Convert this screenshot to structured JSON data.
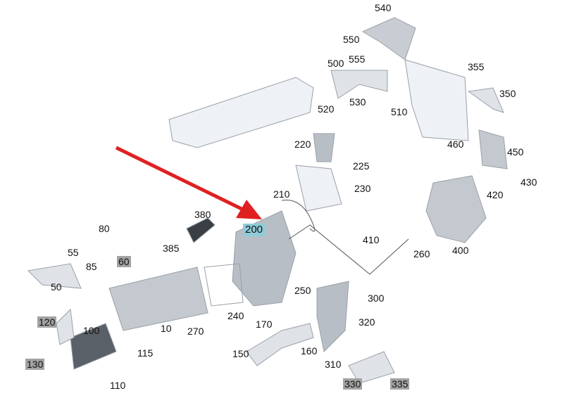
{
  "diagram": {
    "highlight_color": "#8fcbd8",
    "marker_color": "#a3a3a3",
    "arrow_color": "#e02020",
    "highlighted_part": "200",
    "labels": [
      {
        "id": "540",
        "style": "plain"
      },
      {
        "id": "550",
        "style": "plain"
      },
      {
        "id": "555",
        "style": "plain"
      },
      {
        "id": "500",
        "style": "plain"
      },
      {
        "id": "520",
        "style": "plain"
      },
      {
        "id": "530",
        "style": "plain"
      },
      {
        "id": "510",
        "style": "plain"
      },
      {
        "id": "355",
        "style": "plain"
      },
      {
        "id": "350",
        "style": "plain"
      },
      {
        "id": "460",
        "style": "plain"
      },
      {
        "id": "450",
        "style": "plain"
      },
      {
        "id": "430",
        "style": "plain"
      },
      {
        "id": "420",
        "style": "plain"
      },
      {
        "id": "220",
        "style": "plain"
      },
      {
        "id": "225",
        "style": "plain"
      },
      {
        "id": "230",
        "style": "plain"
      },
      {
        "id": "210",
        "style": "plain"
      },
      {
        "id": "380",
        "style": "plain"
      },
      {
        "id": "200",
        "style": "highlight"
      },
      {
        "id": "385",
        "style": "plain"
      },
      {
        "id": "80",
        "style": "plain"
      },
      {
        "id": "55",
        "style": "plain"
      },
      {
        "id": "85",
        "style": "plain"
      },
      {
        "id": "60",
        "style": "gray"
      },
      {
        "id": "50",
        "style": "plain"
      },
      {
        "id": "120",
        "style": "gray"
      },
      {
        "id": "130",
        "style": "gray"
      },
      {
        "id": "100",
        "style": "plain"
      },
      {
        "id": "115",
        "style": "plain"
      },
      {
        "id": "110",
        "style": "plain"
      },
      {
        "id": "10",
        "style": "plain"
      },
      {
        "id": "270",
        "style": "plain"
      },
      {
        "id": "240",
        "style": "plain"
      },
      {
        "id": "250",
        "style": "plain"
      },
      {
        "id": "170",
        "style": "plain"
      },
      {
        "id": "160",
        "style": "plain"
      },
      {
        "id": "150",
        "style": "plain"
      },
      {
        "id": "300",
        "style": "plain"
      },
      {
        "id": "320",
        "style": "plain"
      },
      {
        "id": "310",
        "style": "plain"
      },
      {
        "id": "330",
        "style": "gray"
      },
      {
        "id": "335",
        "style": "gray"
      },
      {
        "id": "410",
        "style": "plain"
      },
      {
        "id": "260",
        "style": "plain"
      },
      {
        "id": "400",
        "style": "plain"
      }
    ]
  }
}
